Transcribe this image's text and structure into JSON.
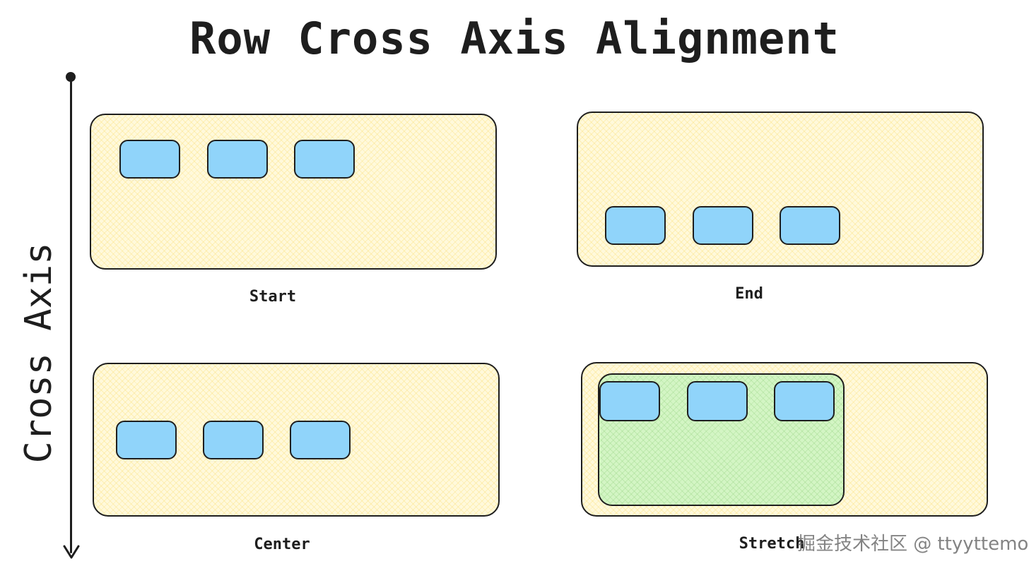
{
  "title": "Row Cross Axis Alignment",
  "axis": {
    "label": "Cross Axis",
    "icon": "arrow-down-icon"
  },
  "panels": [
    {
      "label": "Start",
      "alignment": "start",
      "item_count": 3
    },
    {
      "label": "End",
      "alignment": "end",
      "item_count": 3
    },
    {
      "label": "Center",
      "alignment": "center",
      "item_count": 3
    },
    {
      "label": "Stretch",
      "alignment": "stretch",
      "item_count": 3
    }
  ],
  "colors": {
    "container": "#fff9db",
    "item": "#90d4fa",
    "stretch_area": "#d3f5c4",
    "stroke": "#1e1e1e"
  },
  "watermark": "掘金技术社区 @ ttyyttemo"
}
